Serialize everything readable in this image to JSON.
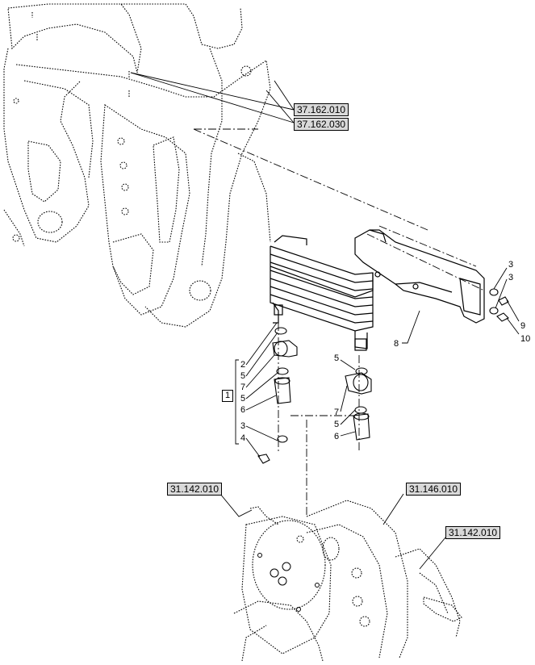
{
  "refs": {
    "r37_162_010": "37.162.010",
    "r37_162_030": "37.162.030",
    "r31_142_010_left": "31.142.010",
    "r31_146_010": "31.146.010",
    "r31_142_010_right": "31.142.010"
  },
  "group_label": "1",
  "callouts_left": [
    "2",
    "5",
    "7",
    "5",
    "6",
    "3",
    "4"
  ],
  "callouts_right_fitting": [
    "5",
    "7",
    "5",
    "6"
  ],
  "callouts_bracket": [
    "3",
    "3",
    "9",
    "10"
  ],
  "callout_bracket_item": "8"
}
